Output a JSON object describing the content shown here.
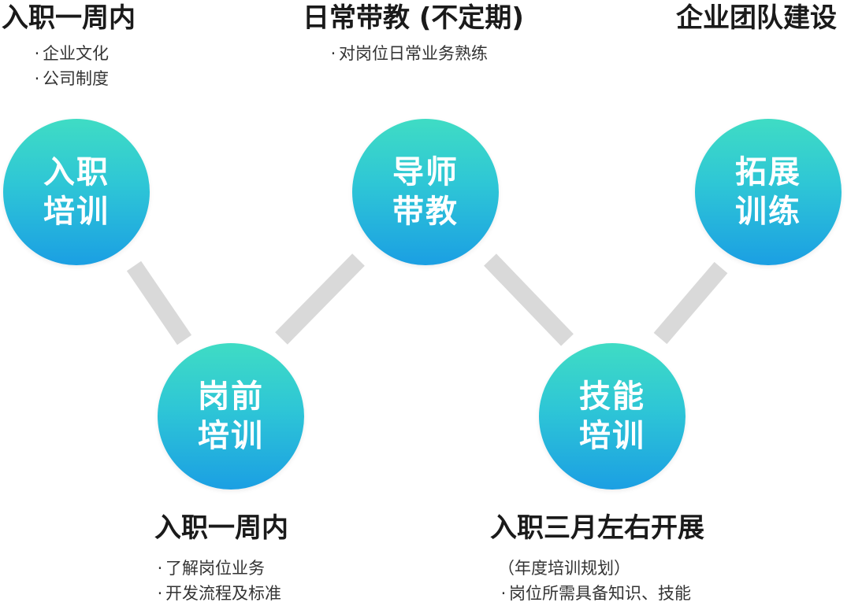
{
  "top": {
    "left": {
      "heading": "入职一周内",
      "bullets": [
        "企业文化",
        "公司制度"
      ]
    },
    "middle": {
      "heading": "日常带教 (不定期)",
      "bullets": [
        "对岗位日常业务熟练"
      ]
    },
    "right": {
      "heading": "企业团队建设"
    }
  },
  "circles": {
    "induction": {
      "line1": "入职",
      "line2": "培训"
    },
    "mentoring": {
      "line1": "导师",
      "line2": "带教"
    },
    "teambuilding": {
      "line1": "拓展",
      "line2": "训练"
    },
    "pre_job": {
      "line1": "岗前",
      "line2": "培训"
    },
    "skills": {
      "line1": "技能",
      "line2": "培训"
    }
  },
  "bottom": {
    "left": {
      "heading": "入职一周内",
      "bullets": [
        "了解岗位业务",
        "开发流程及标准"
      ]
    },
    "right": {
      "heading": "入职三月左右开展",
      "note": "（年度培训规划）",
      "bullets": [
        "岗位所需具备知识、技能"
      ]
    }
  },
  "colors": {
    "circle_top": "#3fdcc4",
    "circle_bottom": "#1b9fe3",
    "connector": "#d9d9d9"
  }
}
